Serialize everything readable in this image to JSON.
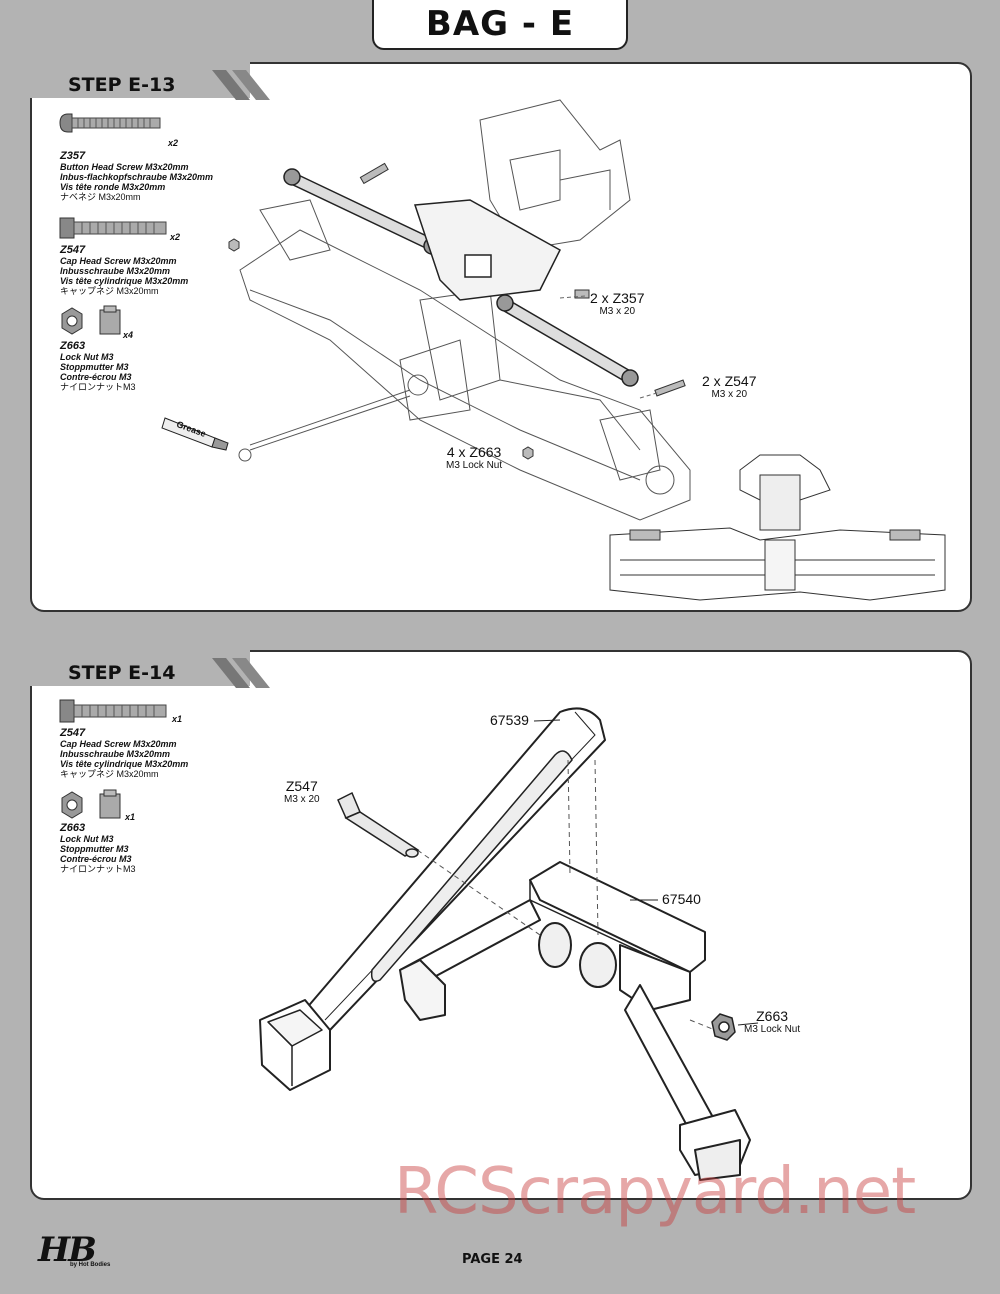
{
  "header": {
    "bag_title": "BAG - E"
  },
  "step13": {
    "title": "STEP E-13",
    "parts": [
      {
        "code": "Z357",
        "lines": [
          "Button Head Screw M3x20mm",
          "Inbus-flachkopfschraube M3x20mm",
          "Vis tête ronde M3x20mm"
        ],
        "jp": "ナベネジ M3x20mm",
        "qty": "x2"
      },
      {
        "code": "Z547",
        "lines": [
          "Cap Head Screw M3x20mm",
          "Inbusschraube M3x20mm",
          "Vis tête cylindrique M3x20mm"
        ],
        "jp": "キャップネジ M3x20mm",
        "qty": "x2"
      },
      {
        "code": "Z663",
        "lines": [
          "Lock Nut M3",
          "Stoppmutter M3",
          "Contre-écrou M3"
        ],
        "jp": "ナイロンナットM3",
        "qty": "x4"
      }
    ],
    "callouts": {
      "z357": {
        "main": "2 x Z357",
        "sub": "M3 x 20"
      },
      "z547": {
        "main": "2 x Z547",
        "sub": "M3 x 20"
      },
      "z663": {
        "main": "4 x Z663",
        "sub": "M3 Lock Nut"
      },
      "grease": "Grease"
    }
  },
  "step14": {
    "title": "STEP E-14",
    "parts": [
      {
        "code": "Z547",
        "lines": [
          "Cap Head Screw M3x20mm",
          "Inbusschraube M3x20mm",
          "Vis tête cylindrique M3x20mm"
        ],
        "jp": "キャップネジ M3x20mm",
        "qty": "x1"
      },
      {
        "code": "Z663",
        "lines": [
          "Lock Nut M3",
          "Stoppmutter M3",
          "Contre-écrou M3"
        ],
        "jp": "ナイロンナットM3",
        "qty": "x1"
      }
    ],
    "callouts": {
      "p67539": "67539",
      "z547": {
        "main": "Z547",
        "sub": "M3 x 20"
      },
      "p67540": "67540",
      "z663": {
        "main": "Z663",
        "sub": "M3 Lock Nut"
      }
    }
  },
  "footer": {
    "page": "PAGE 24",
    "logo": "HB",
    "logo_sub": "by Hot Bodies"
  },
  "watermark": "RCScrapyard.net"
}
